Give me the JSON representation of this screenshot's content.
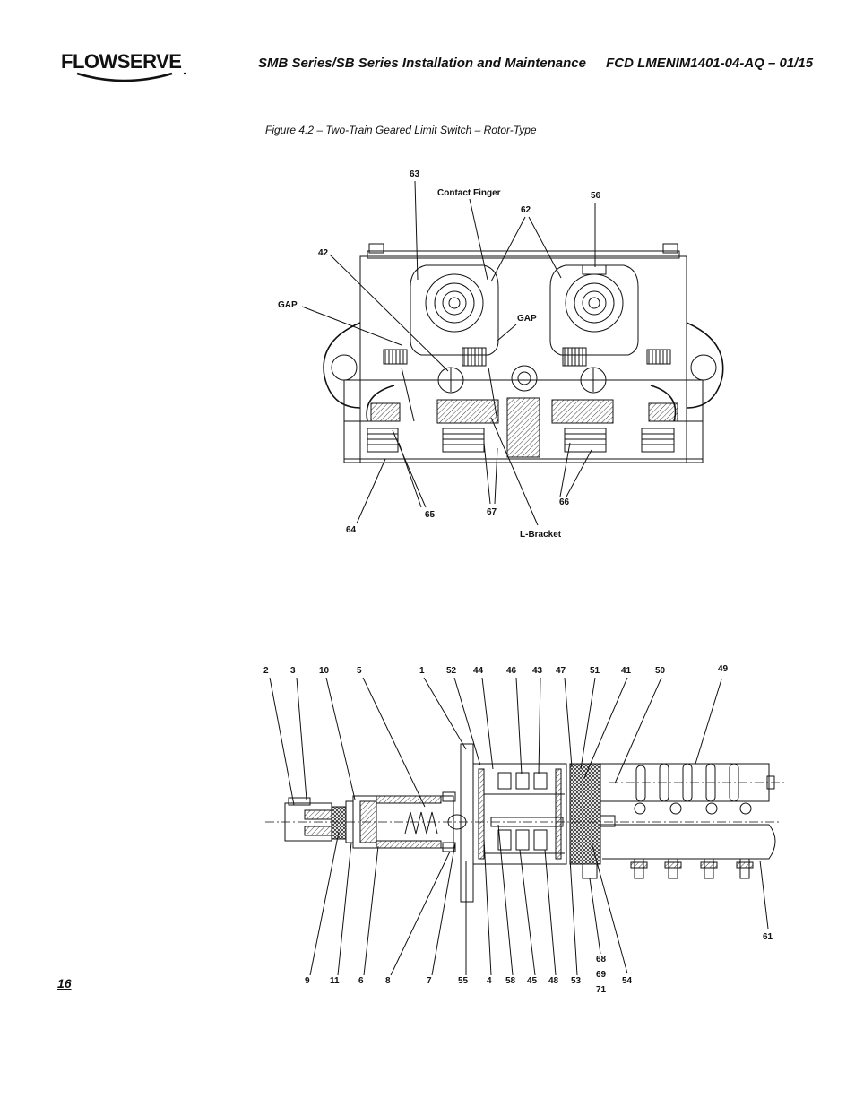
{
  "brand": {
    "name": "FLOWSERVE"
  },
  "header": {
    "series": "SMB Series/SB Series Installation and Maintenance",
    "doc_code": "FCD LMENIM1401-04-AQ – 01/15"
  },
  "figure": {
    "caption": "Figure 4.2 – Two-Train Geared Limit Switch – Rotor-Type",
    "top_labels": {
      "l63": "63",
      "contact_finger": "Contact Finger",
      "l56": "56",
      "l62": "62",
      "l42": "42",
      "gap_left": "GAP",
      "gap_center": "GAP",
      "l65": "65",
      "l67": "67",
      "l66": "66",
      "l64": "64",
      "l_bracket": "L-Bracket"
    },
    "bottom_top_labels": [
      "2",
      "3",
      "10",
      "5",
      "1",
      "52",
      "44",
      "46",
      "43",
      "47",
      "51",
      "41",
      "50",
      "49"
    ],
    "bottom_bottom_labels": [
      "9",
      "11",
      "6",
      "8",
      "7",
      "55",
      "4",
      "58",
      "45",
      "48",
      "53",
      "68",
      "69",
      "71",
      "54",
      "61"
    ]
  },
  "page": {
    "number": "16"
  }
}
